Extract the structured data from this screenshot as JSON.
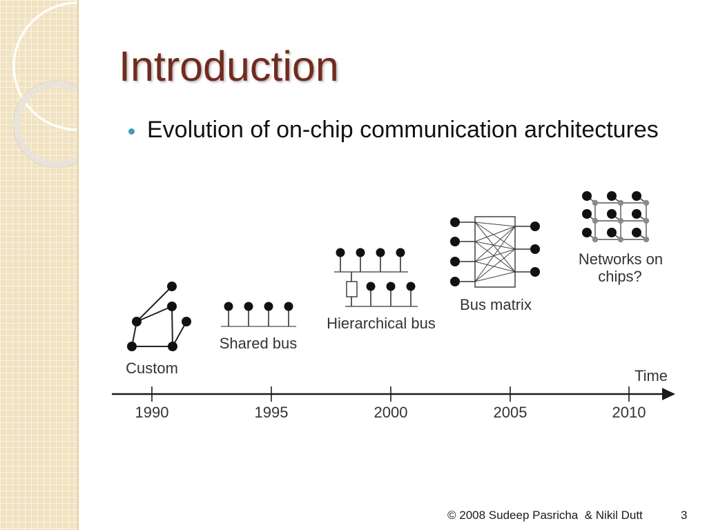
{
  "slide": {
    "title": "Introduction",
    "bullet": "Evolution of on-chip communication architectures",
    "footer_text": "© 2008 Sudeep Pasricha  & Nikil Dutt",
    "page_number": "3"
  },
  "diagram": {
    "axis_label": "Time",
    "timeline_years": [
      "1990",
      "1995",
      "2000",
      "2005",
      "2010"
    ],
    "stages": {
      "custom": "Custom",
      "shared_bus": "Shared bus",
      "hierarchical_bus": "Hierarchical bus",
      "bus_matrix": "Bus matrix",
      "noc_line1": "Networks on",
      "noc_line2": "chips?"
    }
  },
  "icons": {
    "bullet": "bullet-dot-icon"
  },
  "colors": {
    "title": "#712b1e",
    "bullet_marker": "#3f9db8",
    "sidebar_strip": "#f1e2c0",
    "diagram_ink": "#222222"
  }
}
